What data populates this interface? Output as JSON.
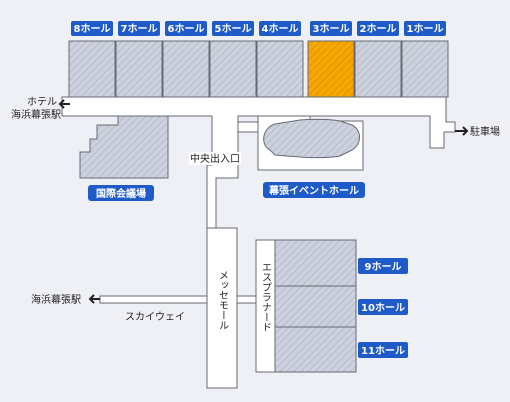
{
  "halls_top": [
    {
      "id": "8",
      "label": "8ホール",
      "highlighted": false
    },
    {
      "id": "7",
      "label": "7ホール",
      "highlighted": false
    },
    {
      "id": "6",
      "label": "6ホール",
      "highlighted": false
    },
    {
      "id": "5",
      "label": "5ホール",
      "highlighted": false
    },
    {
      "id": "4",
      "label": "4ホール",
      "highlighted": false
    },
    {
      "id": "3",
      "label": "3ホール",
      "highlighted": true
    },
    {
      "id": "2",
      "label": "2ホール",
      "highlighted": false
    },
    {
      "id": "1",
      "label": "1ホール",
      "highlighted": false
    }
  ],
  "halls_side": [
    {
      "id": "9",
      "label": "9ホール"
    },
    {
      "id": "10",
      "label": "10ホール"
    },
    {
      "id": "11",
      "label": "11ホール"
    }
  ],
  "buildings": {
    "international_conference_hall": "国際会議場",
    "event_hall": "幕張イベントホール"
  },
  "labels": {
    "hotel": "ホテル",
    "station_top": "海浜幕張駅",
    "station_bottom": "海浜幕張駅",
    "parking": "駐車場",
    "central_entrance": "中央出入口",
    "sky_way": "スカイウェイ",
    "messe_mall": "メッセモール",
    "esplanade": "エスプラナード"
  },
  "colors": {
    "hall_fill": "#cdd1dd",
    "hall_highlight": "#f5a800",
    "label_bg": "#1f5bc8",
    "label_text": "#ffffff",
    "walkway": "#ffffff",
    "background": "#eef0f5",
    "outline": "#666a74"
  }
}
